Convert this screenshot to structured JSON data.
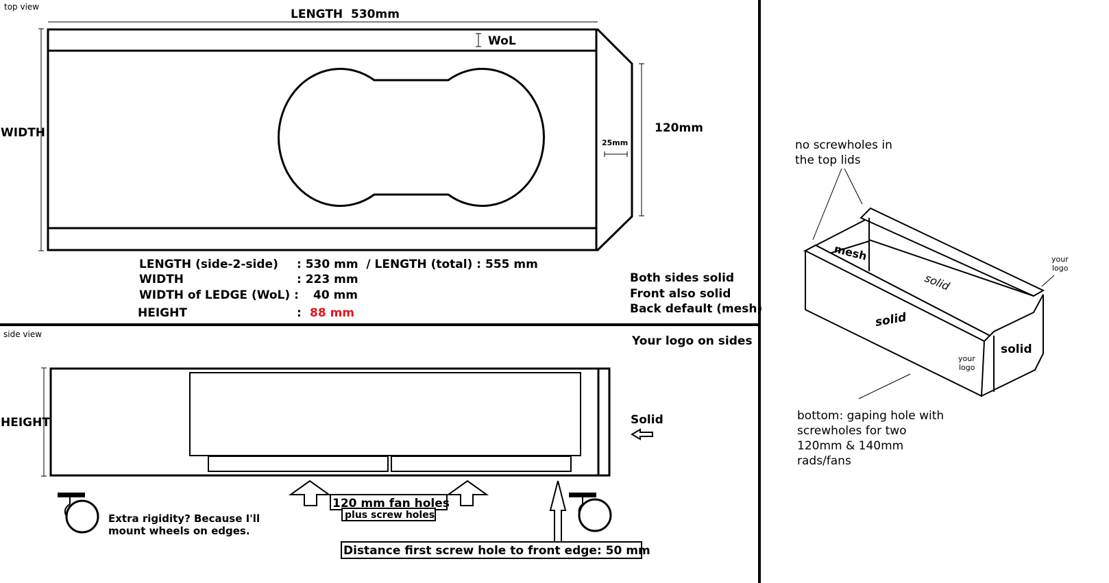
{
  "top_view": {
    "caption": "top view",
    "length_label": "LENGTH  530mm",
    "width_label": "WIDTH",
    "wol_label": "WoL",
    "inset_label": "25mm",
    "side_label": "120mm"
  },
  "specs": {
    "length_key": "LENGTH (side-2-side)",
    "length_val": ": 530 mm  / LENGTH (total) : 555 mm",
    "width_key": "WIDTH",
    "width_val": ": 223 mm",
    "wol_key": "WIDTH of LEDGE (WoL) :",
    "wol_val": "40 mm",
    "height_key": "HEIGHT",
    "height_colon": ":",
    "height_val": "88 mm",
    "height_color": "#e8141b"
  },
  "notes": {
    "line1": "Both sides solid",
    "line2": "Front also solid",
    "line3": "Back default (mesh)",
    "logo": "Your logo on sides"
  },
  "side_view": {
    "caption": "side view",
    "height_label": "HEIGHT",
    "solid_label": "Solid",
    "rigidity_line1": "Extra rigidity? Because I'll",
    "rigidity_line2": "mount wheels on edges.",
    "fan_holes": "120 mm fan holes",
    "screw_holes": "plus screw holes",
    "distance": "Distance first screw hole to front edge: 50 mm"
  },
  "iso_view": {
    "lids_line1": "no screwholes in",
    "lids_line2": "the top lids",
    "mesh": "mesh",
    "solid_top": "solid",
    "solid_side": "solid",
    "solid_front": "solid",
    "logo_right_1": "your",
    "logo_right_2": "logo",
    "logo_front_1": "your",
    "logo_front_2": "logo",
    "bottom_line1": "bottom: gaping hole with",
    "bottom_line2": "screwholes for two",
    "bottom_line3": "120mm & 140mm",
    "bottom_line4": "rads/fans"
  }
}
